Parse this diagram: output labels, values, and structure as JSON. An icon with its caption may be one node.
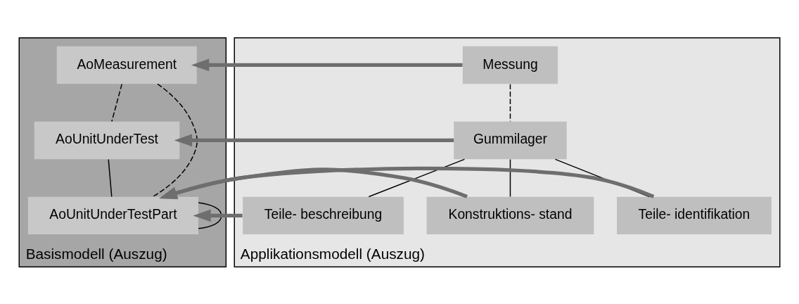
{
  "diagram": {
    "nodes": [
      {
        "text": [
          "Basismodell (Auszug)"
        ]
      },
      {
        "text": [
          "AoMeasurement"
        ],
        "in": 0
      },
      {
        "text": [
          "AoUnitUnderTest"
        ],
        "in": 0
      },
      {
        "text": [
          "AoUnitUnderTestPart"
        ],
        "in": 0
      },
      {
        "text": [
          "Applikationsmodell (Auszug)"
        ]
      },
      {
        "text": [
          "Messung"
        ],
        "in": 4
      },
      {
        "text": [
          "Gummilager"
        ],
        "in": 4
      },
      {
        "text": [
          "Teile- beschreibung"
        ],
        "in": 4
      },
      {
        "text": [
          "Konstruktions- stand"
        ],
        "in": 4
      },
      {
        "text": [
          "Teile- identifikation"
        ],
        "in": 4
      }
    ],
    "edges": [
      {
        "from": 1,
        "to": 3,
        "arrow": "none",
        "style": "dashed"
      },
      {
        "from": 1,
        "to": 2,
        "arrow": "none",
        "style": "dashed"
      },
      {
        "from": 2,
        "to": 3,
        "arrow": "none"
      },
      {
        "from": 3,
        "to": 3,
        "arrow": "none"
      },
      {
        "from": 5,
        "to": 6,
        "arrow": "none",
        "style": "dashed"
      },
      {
        "from": 6,
        "to": 7,
        "arrow": "none"
      },
      {
        "from": 6,
        "to": 8,
        "arrow": "none"
      },
      {
        "from": 6,
        "to": 9,
        "arrow": "none"
      },
      {
        "from": 5,
        "to": 1,
        "arrow": "to",
        "style": "thick",
        "color": "#6e6e6e"
      },
      {
        "from": 6,
        "to": 2,
        "arrow": "to",
        "style": "thick",
        "color": "#6e6e6e"
      },
      {
        "from": 9,
        "to": 3,
        "arrow": "to",
        "style": "thick",
        "color": "#6e6e6e"
      },
      {
        "from": 8,
        "to": 3,
        "arrow": "to",
        "style": "thick",
        "color": "#6e6e6e"
      },
      {
        "from": 7,
        "to": 3,
        "arrow": "to",
        "style": "thick",
        "color": "#6e6e6e"
      }
    ]
  }
}
